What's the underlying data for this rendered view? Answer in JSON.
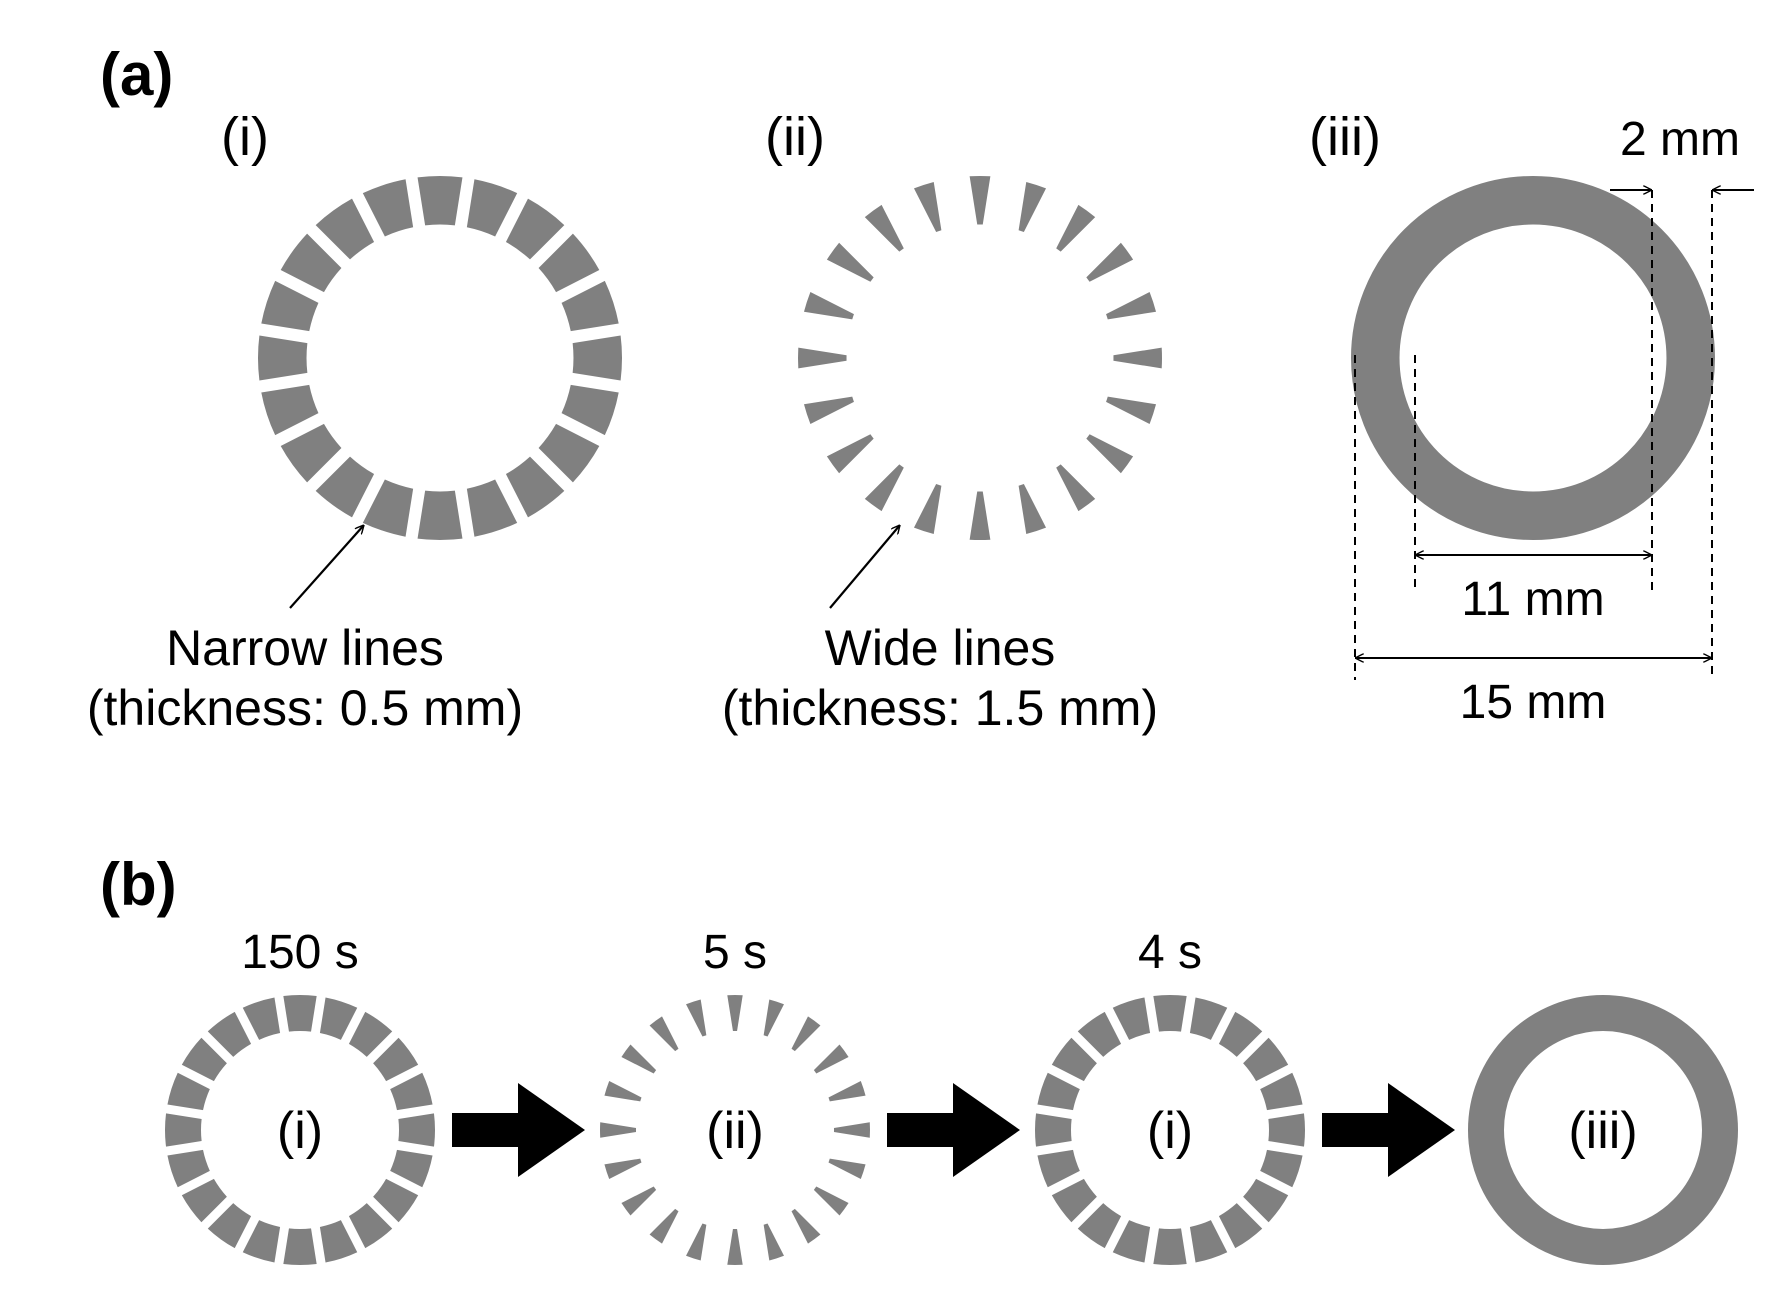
{
  "colors": {
    "ring": "#808080",
    "line": "#000000",
    "background": "#ffffff"
  },
  "panel_a": {
    "label": "(a)",
    "sub_i": "(i)",
    "sub_ii": "(ii)",
    "sub_iii": "(iii)",
    "caption_i_line1": "Narrow lines",
    "caption_i_line2": "(thickness: 0.5 mm)",
    "caption_ii_line1": "Wide lines",
    "caption_ii_line2": "(thickness: 1.5 mm)",
    "dim_width": "2 mm",
    "dim_inner": "11 mm",
    "dim_outer": "15 mm"
  },
  "panel_b": {
    "label": "(b)",
    "steps": [
      {
        "time": "150 s",
        "pattern": "(i)"
      },
      {
        "time": "5 s",
        "pattern": "(ii)"
      },
      {
        "time": "4 s",
        "pattern": "(i)"
      },
      {
        "time": "",
        "pattern": "(iii)"
      }
    ]
  },
  "ring_specs": {
    "outer_diameter_mm": 15,
    "inner_diameter_mm": 11,
    "segments": 20,
    "narrow_line_mm": 0.5,
    "wide_line_mm": 1.5
  }
}
